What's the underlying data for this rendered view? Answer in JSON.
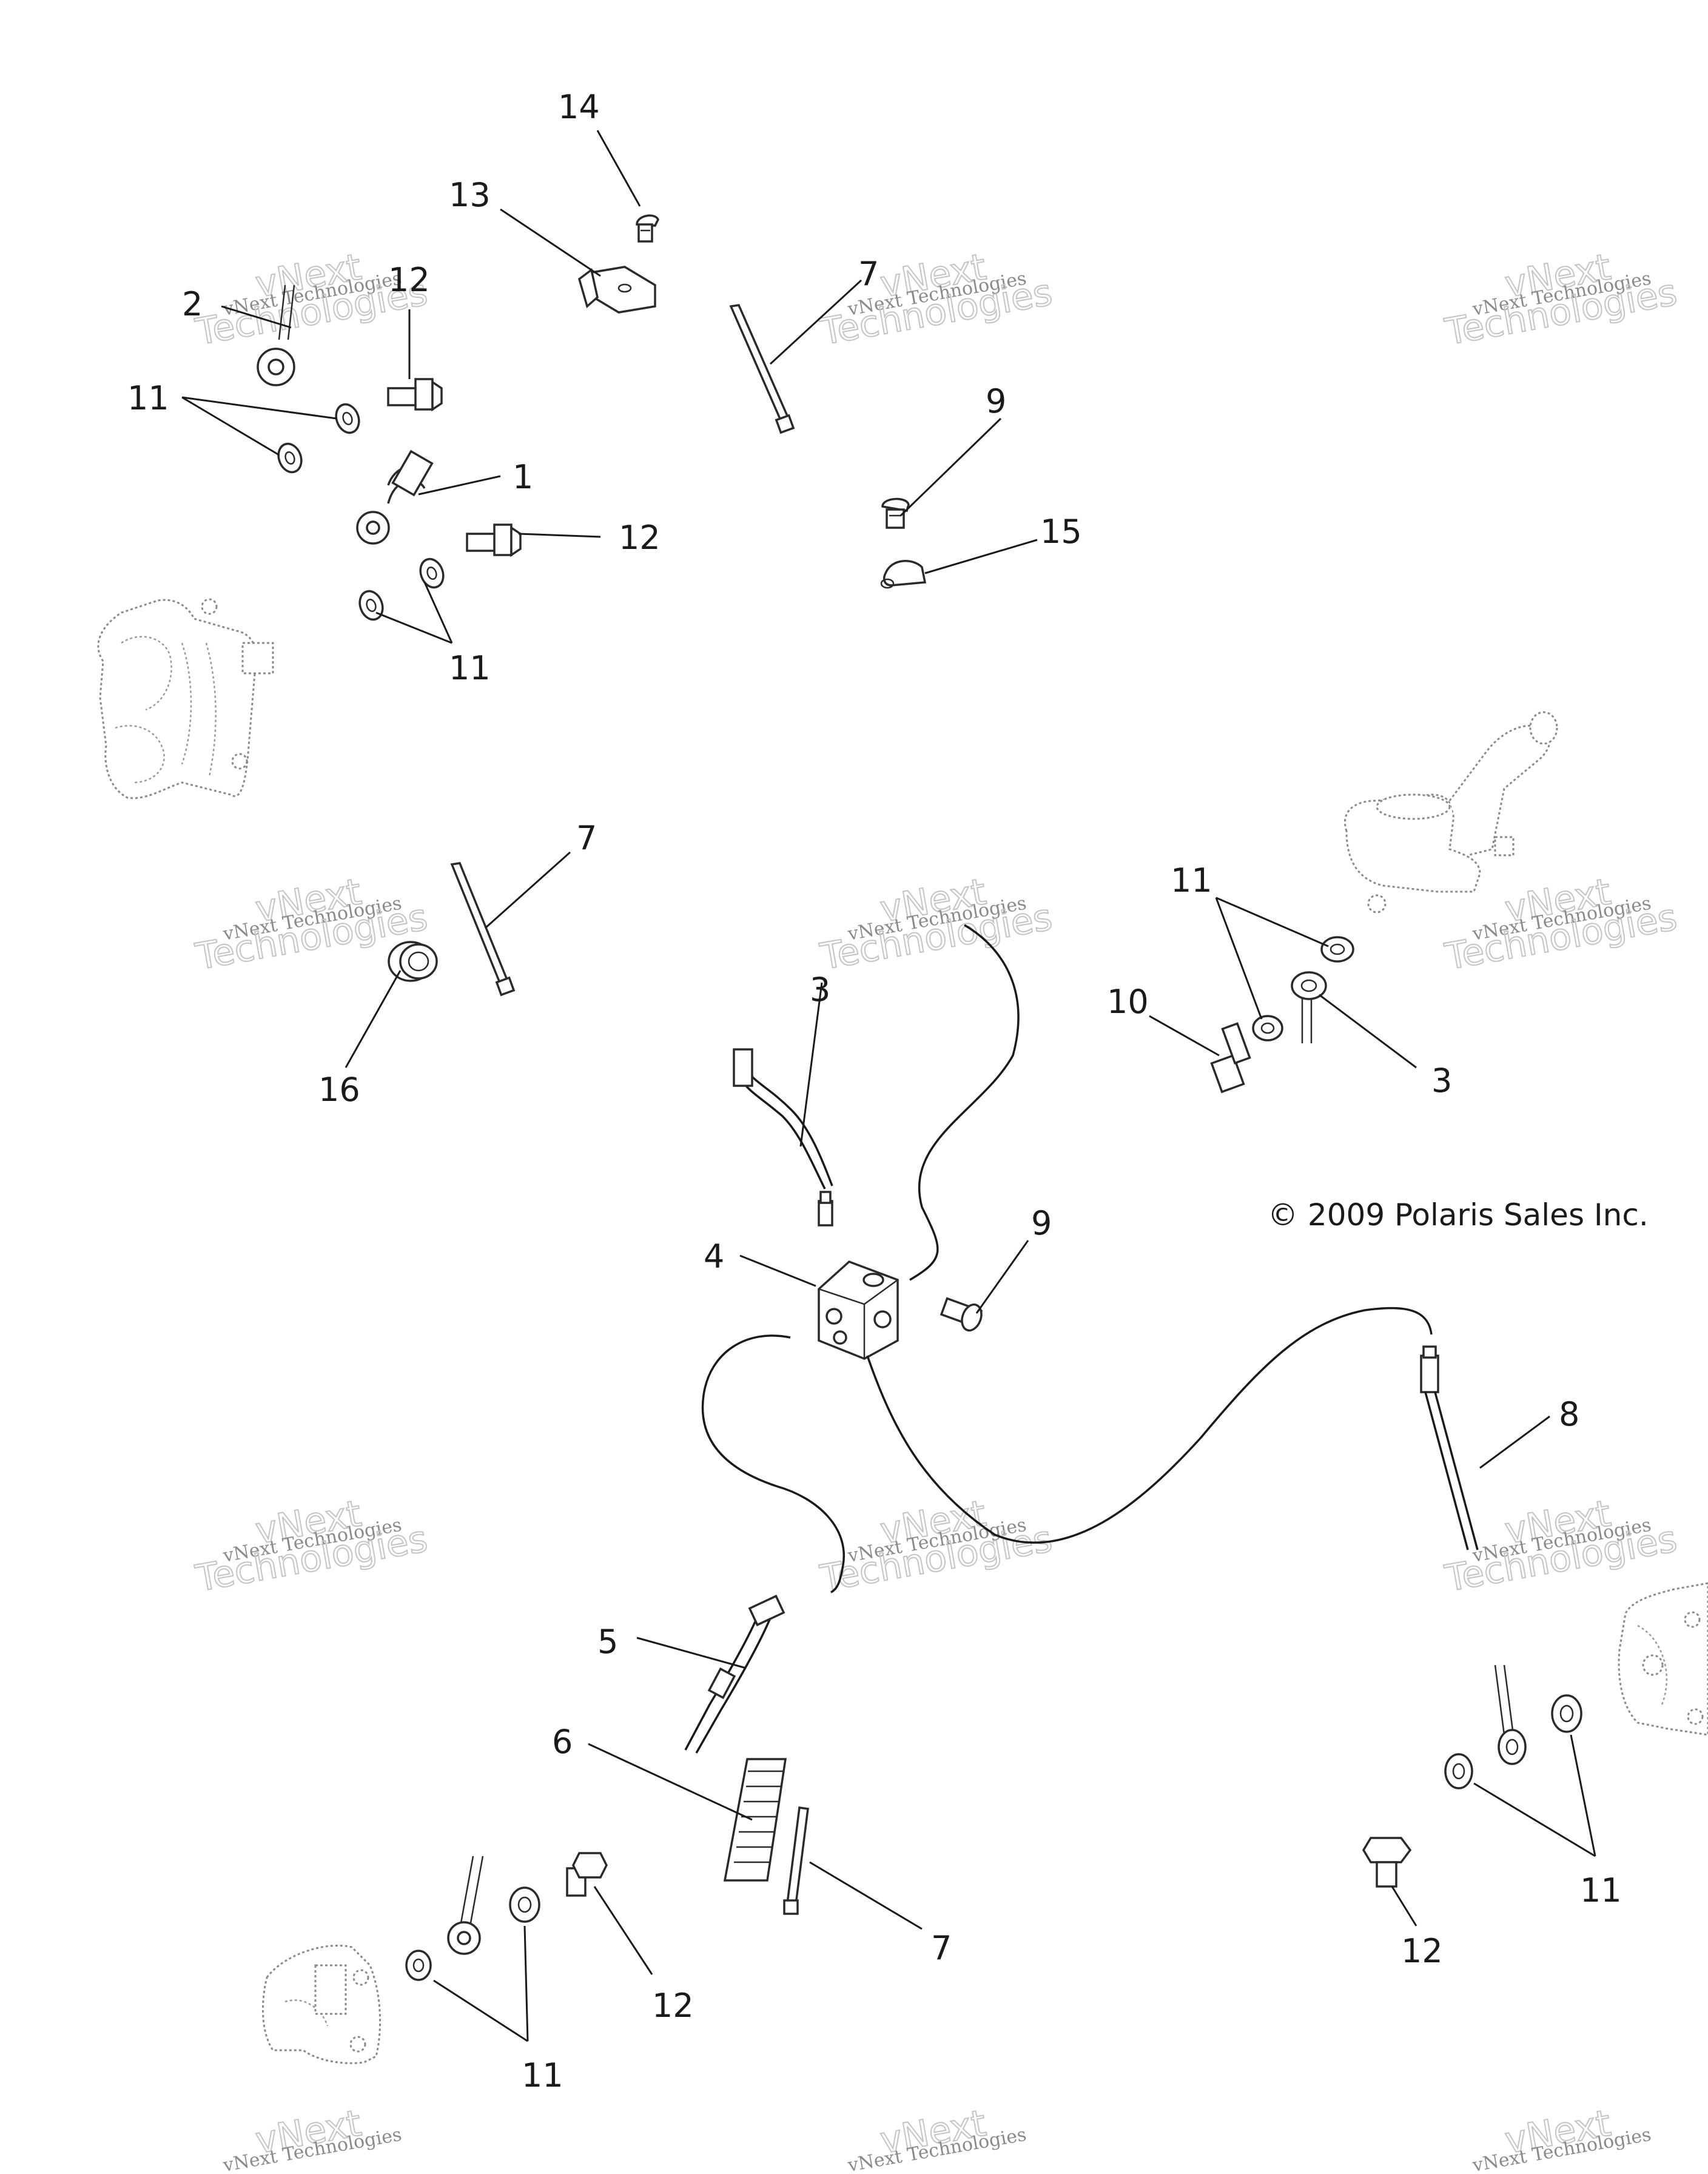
{
  "watermark": {
    "line1": "vNext Technologies",
    "line2": "Technologies",
    "line3": "vNext"
  },
  "copyright": "© 2009 Polaris Sales Inc.",
  "callouts": {
    "c14": "14",
    "c13": "13",
    "c12a": "12",
    "c2": "2",
    "c7a": "7",
    "c11a": "11",
    "c1": "1",
    "c12b": "12",
    "c9a": "9",
    "c15": "15",
    "c11b": "11",
    "c7b": "7",
    "c16": "16",
    "c11c": "11",
    "c10": "10",
    "c3a": "3",
    "c3b": "3",
    "c9b": "9",
    "c4": "4",
    "c8": "8",
    "c5": "5",
    "c6": "6",
    "c7c": "7",
    "c12c": "12",
    "c11d": "11",
    "c12d": "12",
    "c11e": "11"
  },
  "colors": {
    "ink": "#1a1a1a",
    "watermark": "#8a8a8a",
    "background": "#ffffff"
  }
}
